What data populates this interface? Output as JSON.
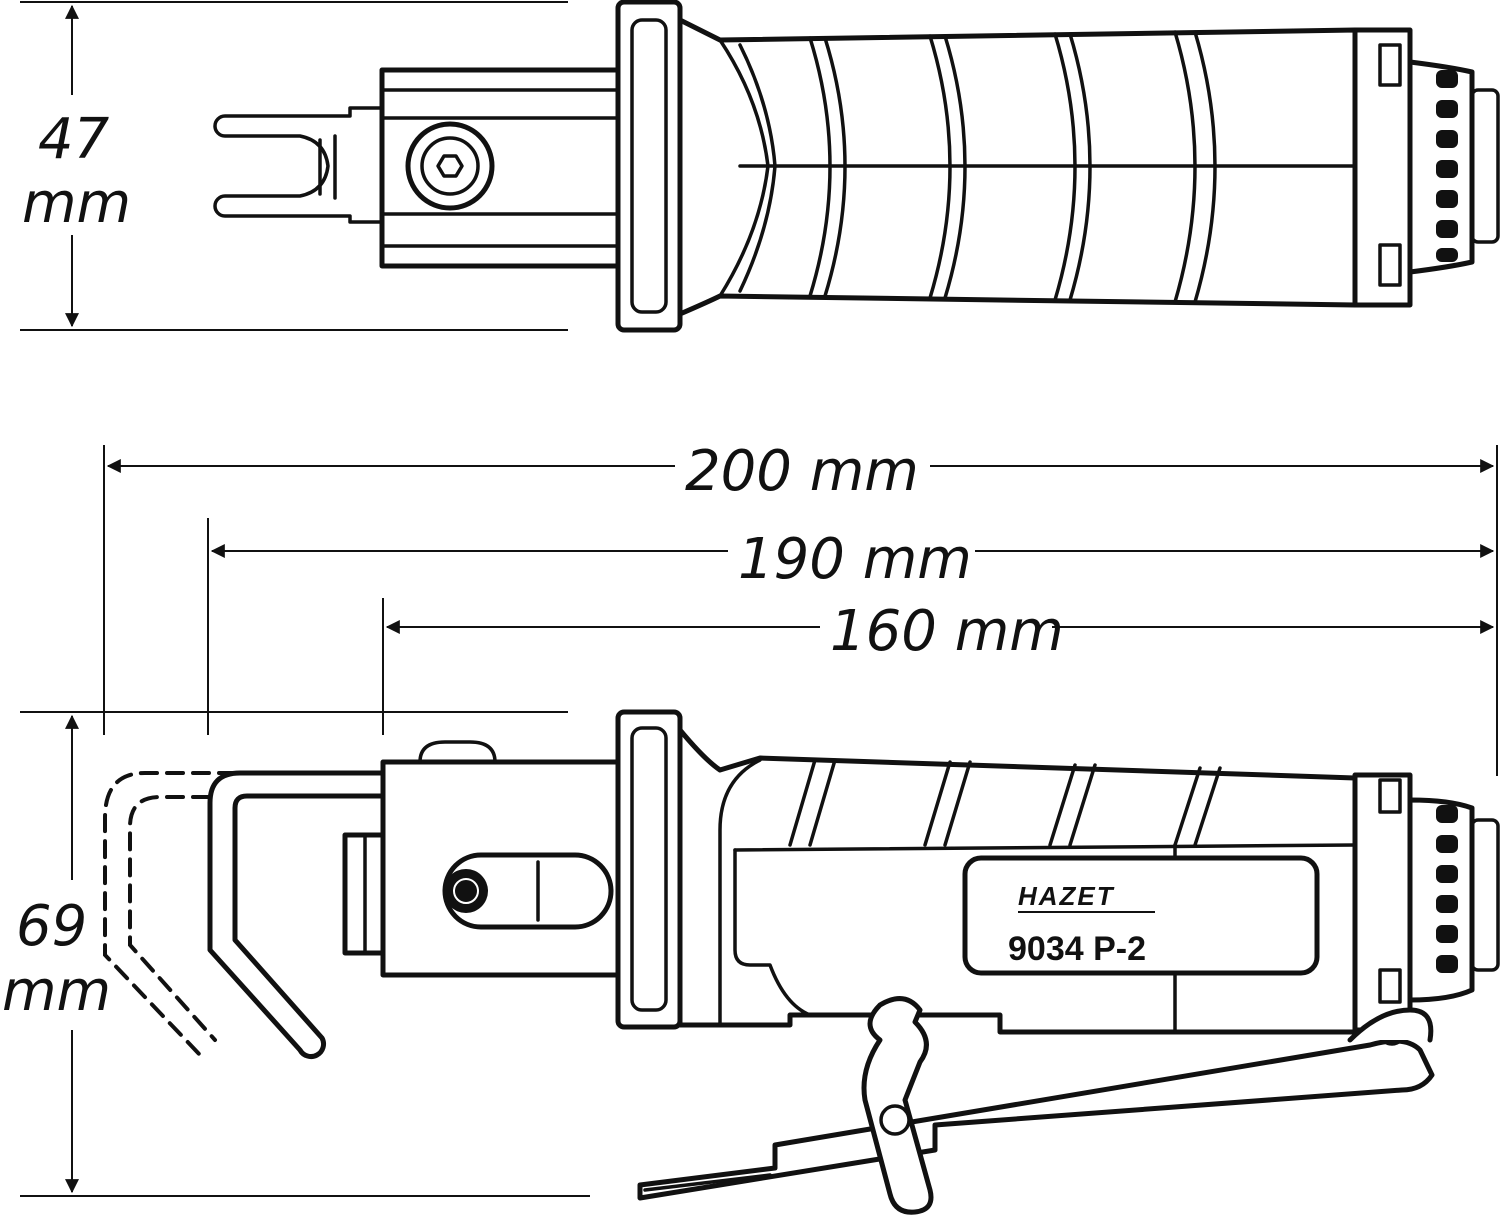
{
  "dimensions": {
    "top_height_value": "47",
    "top_height_unit": "mm",
    "length_overall": "200 mm",
    "length_mid": "190 mm",
    "length_body": "160 mm",
    "side_height_value": "69",
    "side_height_unit": "mm"
  },
  "label": {
    "brand": "HAZET",
    "model": "9034 P-2"
  },
  "colors": {
    "ink": "#111111",
    "background": "#ffffff"
  }
}
